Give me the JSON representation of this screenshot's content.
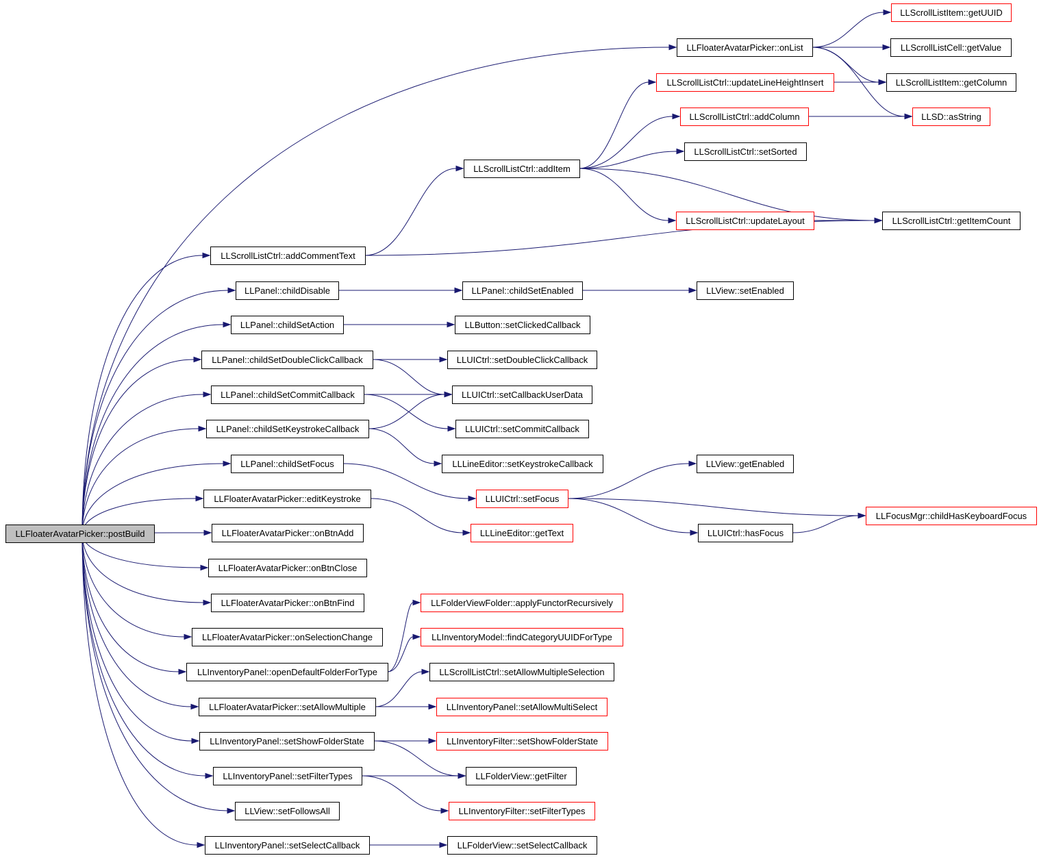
{
  "colors": {
    "edge": "#191970",
    "border_default": "#000000",
    "border_external": "#ff0000",
    "root_fill": "#bfbfbf",
    "node_fill": "#ffffff"
  },
  "nodes": [
    {
      "id": "root",
      "label": "LLFloaterAvatarPicker::postBuild",
      "style": "root"
    },
    {
      "id": "onList",
      "label": "LLFloaterAvatarPicker::onList",
      "style": "black"
    },
    {
      "id": "getUUID",
      "label": "LLScrollListItem::getUUID",
      "style": "red"
    },
    {
      "id": "getValue",
      "label": "LLScrollListCell::getValue",
      "style": "black"
    },
    {
      "id": "getColumn",
      "label": "LLScrollListItem::getColumn",
      "style": "black"
    },
    {
      "id": "asString",
      "label": "LLSD::asString",
      "style": "red"
    },
    {
      "id": "updateLHI",
      "label": "LLScrollListCtrl::updateLineHeightInsert",
      "style": "red"
    },
    {
      "id": "addColumn",
      "label": "LLScrollListCtrl::addColumn",
      "style": "red"
    },
    {
      "id": "setSorted",
      "label": "LLScrollListCtrl::setSorted",
      "style": "black"
    },
    {
      "id": "addItem",
      "label": "LLScrollListCtrl::addItem",
      "style": "black"
    },
    {
      "id": "updateLayout",
      "label": "LLScrollListCtrl::updateLayout",
      "style": "red"
    },
    {
      "id": "getItemCount",
      "label": "LLScrollListCtrl::getItemCount",
      "style": "black"
    },
    {
      "id": "addComment",
      "label": "LLScrollListCtrl::addCommentText",
      "style": "black"
    },
    {
      "id": "childDisable",
      "label": "LLPanel::childDisable",
      "style": "black"
    },
    {
      "id": "childSetEnabled",
      "label": "LLPanel::childSetEnabled",
      "style": "black"
    },
    {
      "id": "setEnabled",
      "label": "LLView::setEnabled",
      "style": "black"
    },
    {
      "id": "childSetAction",
      "label": "LLPanel::childSetAction",
      "style": "black"
    },
    {
      "id": "setClickedCb",
      "label": "LLButton::setClickedCallback",
      "style": "black"
    },
    {
      "id": "childSetDCC",
      "label": "LLPanel::childSetDoubleClickCallback",
      "style": "black"
    },
    {
      "id": "setDCC",
      "label": "LLUICtrl::setDoubleClickCallback",
      "style": "black"
    },
    {
      "id": "childSetCC",
      "label": "LLPanel::childSetCommitCallback",
      "style": "black"
    },
    {
      "id": "setCbUserData",
      "label": "LLUICtrl::setCallbackUserData",
      "style": "black"
    },
    {
      "id": "childSetKC",
      "label": "LLPanel::childSetKeystrokeCallback",
      "style": "black"
    },
    {
      "id": "setCommitCb",
      "label": "LLUICtrl::setCommitCallback",
      "style": "black"
    },
    {
      "id": "setKeystrokeCb",
      "label": "LLLineEditor::setKeystrokeCallback",
      "style": "black"
    },
    {
      "id": "childSetFocus",
      "label": "LLPanel::childSetFocus",
      "style": "black"
    },
    {
      "id": "getEnabled",
      "label": "LLView::getEnabled",
      "style": "black"
    },
    {
      "id": "setFocus",
      "label": "LLUICtrl::setFocus",
      "style": "red"
    },
    {
      "id": "childHasKF",
      "label": "LLFocusMgr::childHasKeyboardFocus",
      "style": "red"
    },
    {
      "id": "editKeystroke",
      "label": "LLFloaterAvatarPicker::editKeystroke",
      "style": "black"
    },
    {
      "id": "getText",
      "label": "LLLineEditor::getText",
      "style": "red"
    },
    {
      "id": "hasFocus",
      "label": "LLUICtrl::hasFocus",
      "style": "black"
    },
    {
      "id": "onBtnAdd",
      "label": "LLFloaterAvatarPicker::onBtnAdd",
      "style": "black"
    },
    {
      "id": "onBtnClose",
      "label": "LLFloaterAvatarPicker::onBtnClose",
      "style": "black"
    },
    {
      "id": "onBtnFind",
      "label": "LLFloaterAvatarPicker::onBtnFind",
      "style": "black"
    },
    {
      "id": "applyFR",
      "label": "LLFolderViewFolder::applyFunctorRecursively",
      "style": "red"
    },
    {
      "id": "onSelChange",
      "label": "LLFloaterAvatarPicker::onSelectionChange",
      "style": "black"
    },
    {
      "id": "findCat",
      "label": "LLInventoryModel::findCategoryUUIDForType",
      "style": "red"
    },
    {
      "id": "openDefault",
      "label": "LLInventoryPanel::openDefaultFolderForType",
      "style": "black"
    },
    {
      "id": "setAMS",
      "label": "LLScrollListCtrl::setAllowMultipleSelection",
      "style": "black"
    },
    {
      "id": "setAllowMultiple",
      "label": "LLFloaterAvatarPicker::setAllowMultiple",
      "style": "black"
    },
    {
      "id": "setAllowMultiSelect",
      "label": "LLInventoryPanel::setAllowMultiSelect",
      "style": "red"
    },
    {
      "id": "setShowFS",
      "label": "LLInventoryPanel::setShowFolderState",
      "style": "black"
    },
    {
      "id": "filterShowFS",
      "label": "LLInventoryFilter::setShowFolderState",
      "style": "red"
    },
    {
      "id": "setFilterTypes",
      "label": "LLInventoryPanel::setFilterTypes",
      "style": "black"
    },
    {
      "id": "getFilter",
      "label": "LLFolderView::getFilter",
      "style": "black"
    },
    {
      "id": "setFollowsAll",
      "label": "LLView::setFollowsAll",
      "style": "black"
    },
    {
      "id": "filterSetFT",
      "label": "LLInventoryFilter::setFilterTypes",
      "style": "red"
    },
    {
      "id": "setSelectCb",
      "label": "LLInventoryPanel::setSelectCallback",
      "style": "black"
    },
    {
      "id": "fvSetSelectCb",
      "label": "LLFolderView::setSelectCallback",
      "style": "black"
    }
  ],
  "edges": [
    [
      "root",
      "onList"
    ],
    [
      "root",
      "addComment"
    ],
    [
      "root",
      "childDisable"
    ],
    [
      "root",
      "childSetAction"
    ],
    [
      "root",
      "childSetDCC"
    ],
    [
      "root",
      "childSetCC"
    ],
    [
      "root",
      "childSetKC"
    ],
    [
      "root",
      "childSetFocus"
    ],
    [
      "root",
      "editKeystroke"
    ],
    [
      "root",
      "onBtnAdd"
    ],
    [
      "root",
      "onBtnClose"
    ],
    [
      "root",
      "onBtnFind"
    ],
    [
      "root",
      "onSelChange"
    ],
    [
      "root",
      "openDefault"
    ],
    [
      "root",
      "setAllowMultiple"
    ],
    [
      "root",
      "setShowFS"
    ],
    [
      "root",
      "setFilterTypes"
    ],
    [
      "root",
      "setFollowsAll"
    ],
    [
      "root",
      "setSelectCb"
    ],
    [
      "onList",
      "getUUID"
    ],
    [
      "onList",
      "getValue"
    ],
    [
      "onList",
      "getColumn"
    ],
    [
      "onList",
      "asString"
    ],
    [
      "updateLHI",
      "getColumn"
    ],
    [
      "addColumn",
      "asString"
    ],
    [
      "addItem",
      "updateLHI"
    ],
    [
      "addItem",
      "addColumn"
    ],
    [
      "addItem",
      "setSorted"
    ],
    [
      "addItem",
      "updateLayout"
    ],
    [
      "addItem",
      "getItemCount"
    ],
    [
      "updateLayout",
      "getItemCount"
    ],
    [
      "addComment",
      "addItem"
    ],
    [
      "addComment",
      "getItemCount"
    ],
    [
      "childDisable",
      "childSetEnabled"
    ],
    [
      "childSetEnabled",
      "setEnabled"
    ],
    [
      "childSetAction",
      "setClickedCb"
    ],
    [
      "childSetDCC",
      "setDCC"
    ],
    [
      "childSetDCC",
      "setCbUserData"
    ],
    [
      "childSetCC",
      "setCbUserData"
    ],
    [
      "childSetCC",
      "setCommitCb"
    ],
    [
      "childSetKC",
      "setCbUserData"
    ],
    [
      "childSetKC",
      "setKeystrokeCb"
    ],
    [
      "childSetFocus",
      "setFocus"
    ],
    [
      "setFocus",
      "getEnabled"
    ],
    [
      "setFocus",
      "childHasKF"
    ],
    [
      "setFocus",
      "hasFocus"
    ],
    [
      "hasFocus",
      "childHasKF"
    ],
    [
      "editKeystroke",
      "getText"
    ],
    [
      "openDefault",
      "applyFR"
    ],
    [
      "openDefault",
      "findCat"
    ],
    [
      "setAllowMultiple",
      "setAMS"
    ],
    [
      "setAllowMultiple",
      "setAllowMultiSelect"
    ],
    [
      "setShowFS",
      "filterShowFS"
    ],
    [
      "setShowFS",
      "getFilter"
    ],
    [
      "setFilterTypes",
      "getFilter"
    ],
    [
      "setFilterTypes",
      "filterSetFT"
    ],
    [
      "setSelectCb",
      "fvSetSelectCb"
    ]
  ]
}
